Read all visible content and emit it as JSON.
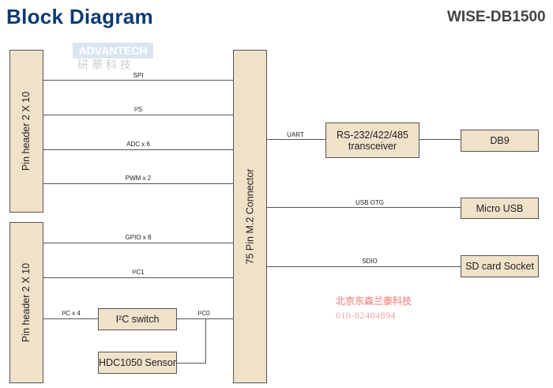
{
  "header": {
    "title": "Block Diagram",
    "model": "WISE-DB1500"
  },
  "watermarks": {
    "brand": "ADVANTECH",
    "brand_cn": "研華科技",
    "dealer": "北京东森兰泰科技",
    "phone": "010-82404894"
  },
  "blocks": {
    "pin_header_1": "Pin header 2 X 10",
    "pin_header_2": "Pin header 2 X 10",
    "connector": "75 Pin M.2 Connector",
    "i2c_switch": "I²C switch",
    "hdc1050": "HDC1050 Sensor",
    "transceiver_1": "RS-232/422/485",
    "transceiver_2": "transceiver",
    "db9": "DB9",
    "micro_usb": "Micro USB",
    "sd_socket": "SD card Socket"
  },
  "signals": {
    "spi": "SPI",
    "i2s": "I²S",
    "adc": "ADC x 6",
    "pwm": "PWM x 2",
    "gpio": "GPIO x 8",
    "i2c1": "I²C1",
    "i2c_x4": "I²C x 4",
    "i2c0": "I²C0",
    "uart": "UART",
    "usb_otg": "USB OTG",
    "sdio": "SDIO"
  },
  "colors": {
    "title": "#0d3a72",
    "block_fill": "#f0e1c9",
    "block_border": "#555555"
  }
}
